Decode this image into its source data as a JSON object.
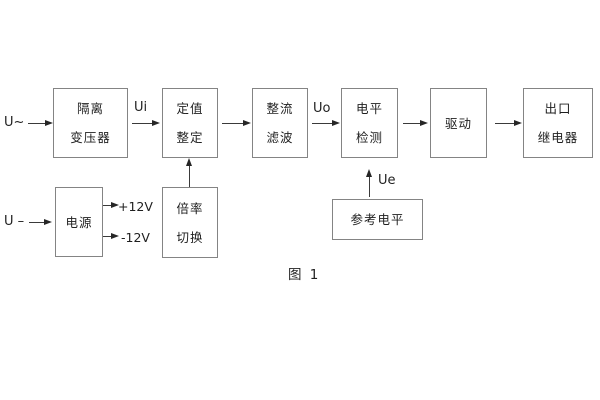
{
  "figure": {
    "caption": "图 1",
    "colors": {
      "background": "#ffffff",
      "box_border": "#848484",
      "line": "#3a3a3a",
      "text": "#1f1f1f"
    },
    "blocks": [
      {
        "name": "isolation-transformer",
        "lines": [
          "隔离",
          "变压器"
        ]
      },
      {
        "name": "setpoint-adjust",
        "lines": [
          "定值",
          "整定"
        ]
      },
      {
        "name": "rectify-filter",
        "lines": [
          "整流",
          "滤波"
        ]
      },
      {
        "name": "level-detect",
        "lines": [
          "电平",
          "检测"
        ]
      },
      {
        "name": "driver",
        "lines": [
          "驱动"
        ]
      },
      {
        "name": "output-relay",
        "lines": [
          "出口",
          "继电器"
        ]
      },
      {
        "name": "power-supply",
        "lines": [
          "电源"
        ]
      },
      {
        "name": "ratio-switch",
        "lines": [
          "倍率",
          "切换"
        ]
      },
      {
        "name": "reference-level",
        "lines": [
          "参考电平"
        ]
      }
    ],
    "signal_labels": [
      {
        "name": "u-ac",
        "text": "U~"
      },
      {
        "name": "ui",
        "text": "Ui"
      },
      {
        "name": "uo",
        "text": "Uo"
      },
      {
        "name": "ue",
        "text": "Ue"
      },
      {
        "name": "u-dc",
        "text": "U –"
      },
      {
        "name": "plus12v",
        "text": "+12V"
      },
      {
        "name": "minus12v",
        "text": "-12V"
      }
    ]
  }
}
